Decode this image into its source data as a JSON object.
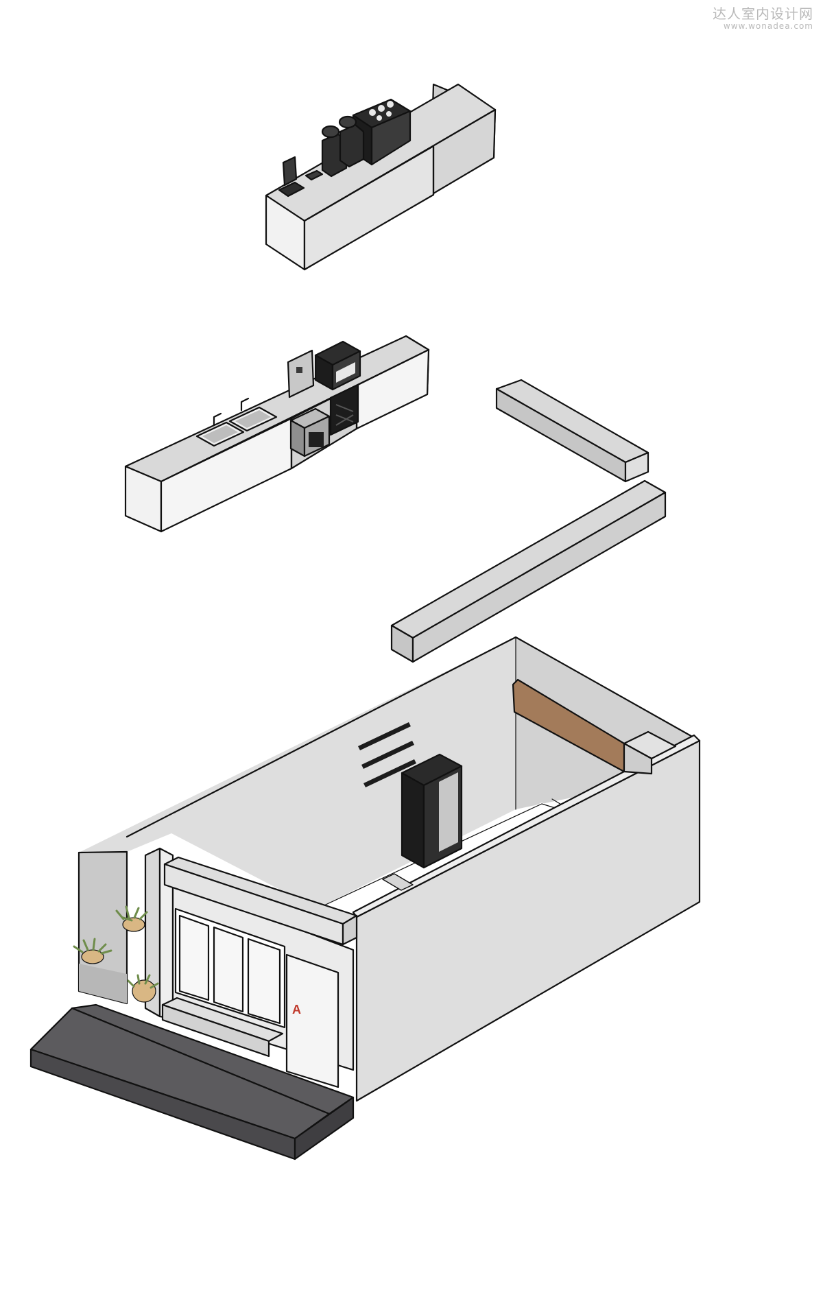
{
  "watermark": {
    "title": "达人室内设计网",
    "url": "www.wonadea.com"
  },
  "colors": {
    "top_face": "#dcdcdc",
    "front_face": "#f2f2f2",
    "side_face": "#c8c8c8",
    "dark": "#1c1c1c",
    "step": "#5c5b5e",
    "wood": "#a37b5a",
    "plant": "#6f8d4b",
    "pot": "#d9b784",
    "logo": "#c0392b"
  },
  "door": {
    "logo_text": "A"
  }
}
